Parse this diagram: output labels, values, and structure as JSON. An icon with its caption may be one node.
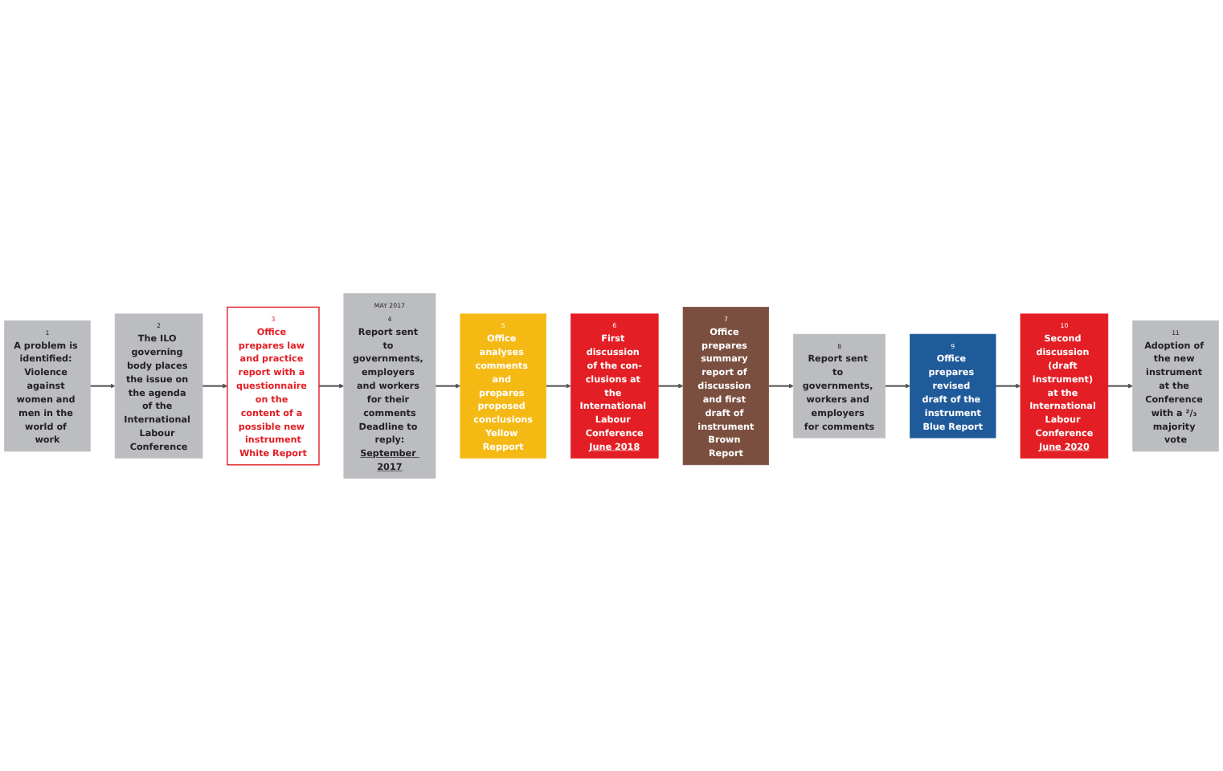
{
  "diagram": {
    "nodes": [
      {
        "text": [
          "1",
          "A problem is identified: Violence against women and men in the world of work"
        ]
      },
      {
        "text": [
          "2",
          "The ILO governing body places the issue on the agenda of the International Labour Conference"
        ]
      },
      {
        "text": [
          "3",
          "Office prepares law and practice report with a questionnaire on the content of a possible new instrument",
          "White Report"
        ]
      },
      {
        "text": [
          "MAY 2017",
          "4",
          "Report sent to governments, employers and workers for their comments",
          "Deadline to reply:",
          "September 2017"
        ]
      },
      {
        "text": [
          "5",
          "Office analyses comments and prepares proposed conclusions",
          "Yellow Repport"
        ]
      },
      {
        "text": [
          "6",
          "First discussion of the con-clusions at the International Labour Conference",
          "June 2018"
        ]
      },
      {
        "text": [
          "7",
          "Office prepares summary report of discussion and first draft of instrument",
          "Brown Report"
        ]
      },
      {
        "text": [
          "8",
          "Report sent to governments, workers and employers for comments"
        ]
      },
      {
        "text": [
          "9",
          "Office prepares revised draft of the instrument",
          "Blue Report"
        ]
      },
      {
        "text": [
          "10",
          "Second discussion (draft instrument) at the International Labour Conference",
          "June 2020"
        ]
      },
      {
        "text": [
          "11",
          "Adoption of the new instrument at the Conference with a ²/₃ majority vote"
        ]
      }
    ],
    "edges": [
      {
        "from": 0,
        "to": 1,
        "arrow": "to"
      },
      {
        "from": 1,
        "to": 2,
        "arrow": "to"
      },
      {
        "from": 2,
        "to": 3,
        "arrow": "to"
      },
      {
        "from": 3,
        "to": 4,
        "arrow": "to"
      },
      {
        "from": 4,
        "to": 5,
        "arrow": "to"
      },
      {
        "from": 5,
        "to": 6,
        "arrow": "to"
      },
      {
        "from": 6,
        "to": 7,
        "arrow": "to"
      },
      {
        "from": 7,
        "to": 8,
        "arrow": "to"
      },
      {
        "from": 8,
        "to": 9,
        "arrow": "to"
      },
      {
        "from": 9,
        "to": 10,
        "arrow": "to"
      }
    ]
  }
}
